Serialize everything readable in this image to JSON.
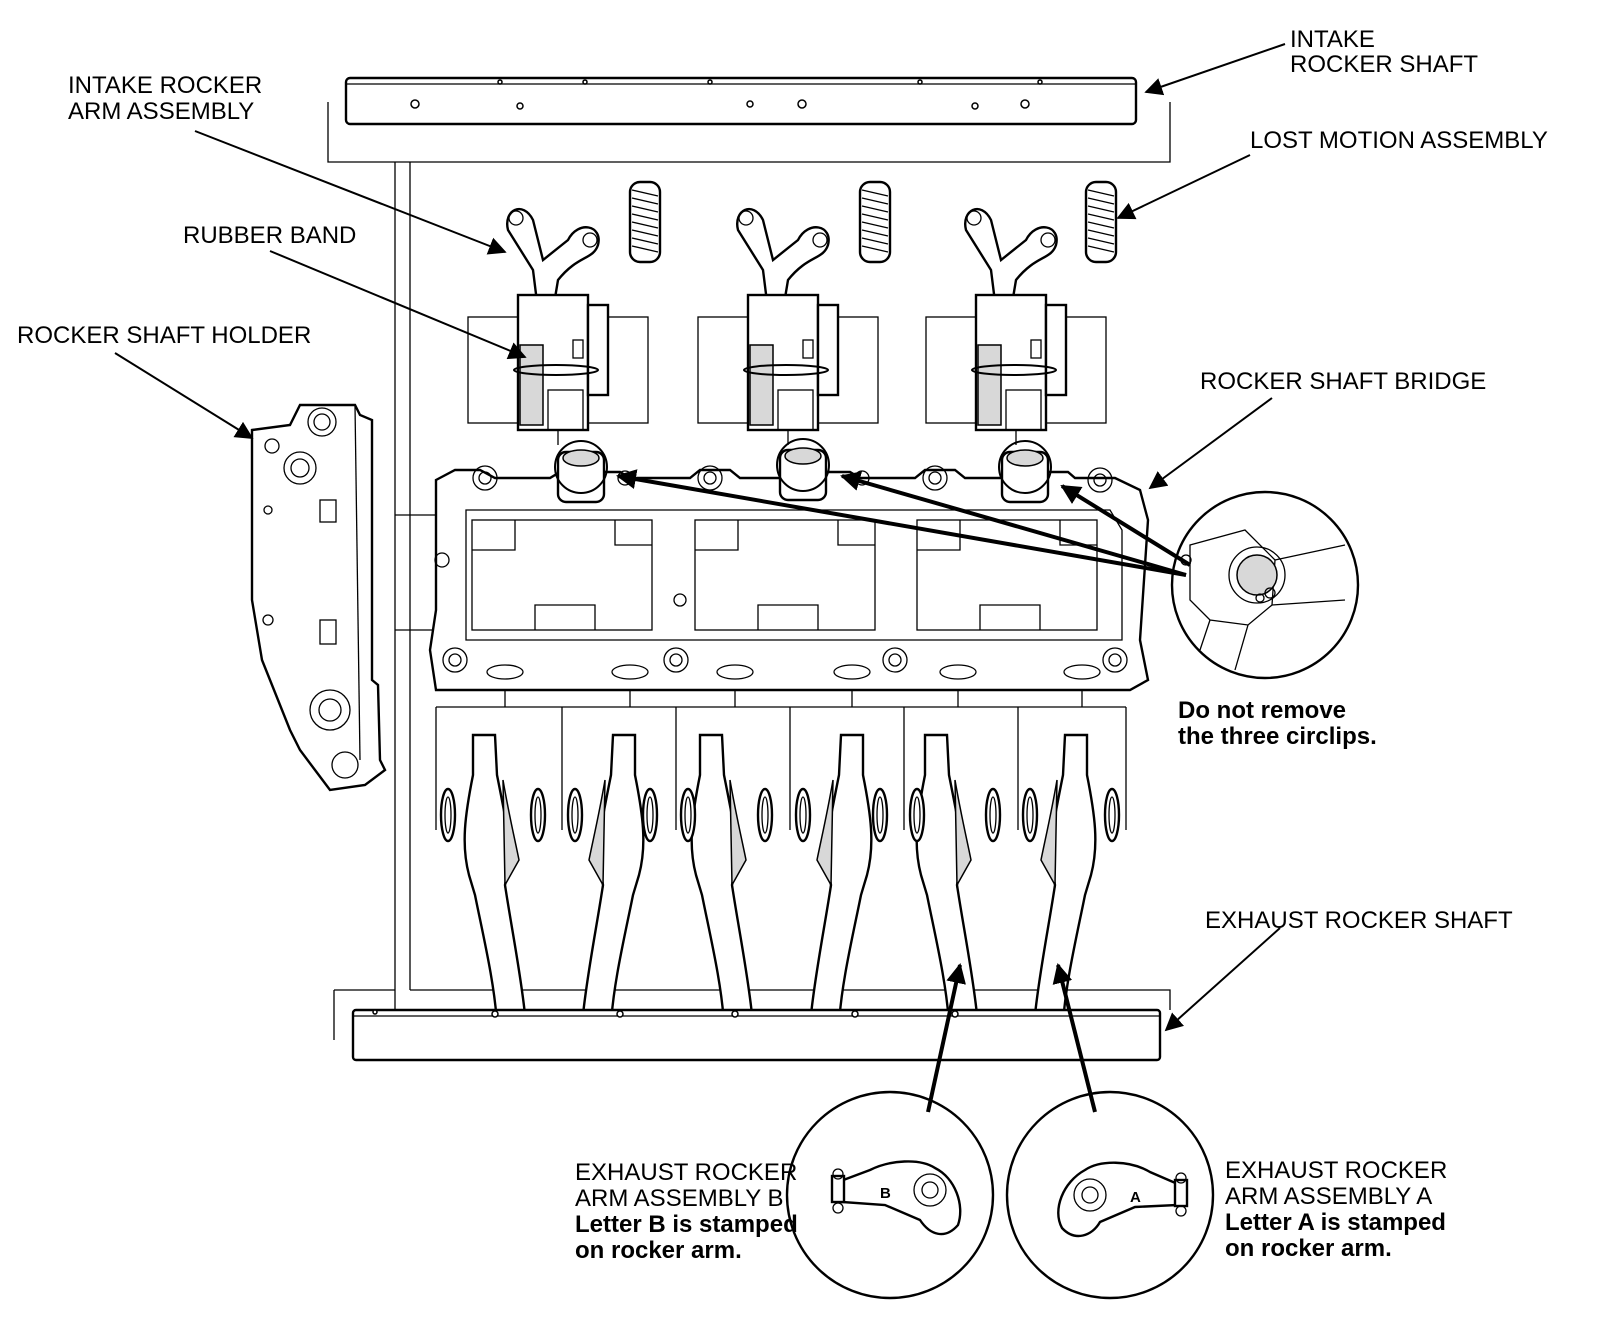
{
  "labels": {
    "intake_rocker_shaft": [
      "INTAKE",
      "ROCKER SHAFT"
    ],
    "intake_rocker_arm_assembly": [
      "INTAKE ROCKER",
      "ARM ASSEMBLY"
    ],
    "lost_motion_assembly": "LOST MOTION ASSEMBLY",
    "rubber_band": "RUBBER BAND",
    "rocker_shaft_holder": "ROCKER SHAFT HOLDER",
    "rocker_shaft_bridge": "ROCKER SHAFT BRIDGE",
    "circlip_note": [
      "Do not remove",
      "the three circlips."
    ],
    "exhaust_rocker_shaft": "EXHAUST ROCKER SHAFT",
    "exhaust_rocker_arm_b": [
      "EXHAUST ROCKER",
      "ARM ASSEMBLY B",
      "Letter B is stamped",
      "on rocker arm."
    ],
    "exhaust_rocker_arm_a": [
      "EXHAUST ROCKER",
      "ARM ASSEMBLY A",
      "Letter A is stamped",
      "on rocker arm."
    ]
  },
  "stamps": {
    "b": "B",
    "a": "A"
  },
  "intake_arm_count": 3,
  "exhaust_arm_count": 6
}
